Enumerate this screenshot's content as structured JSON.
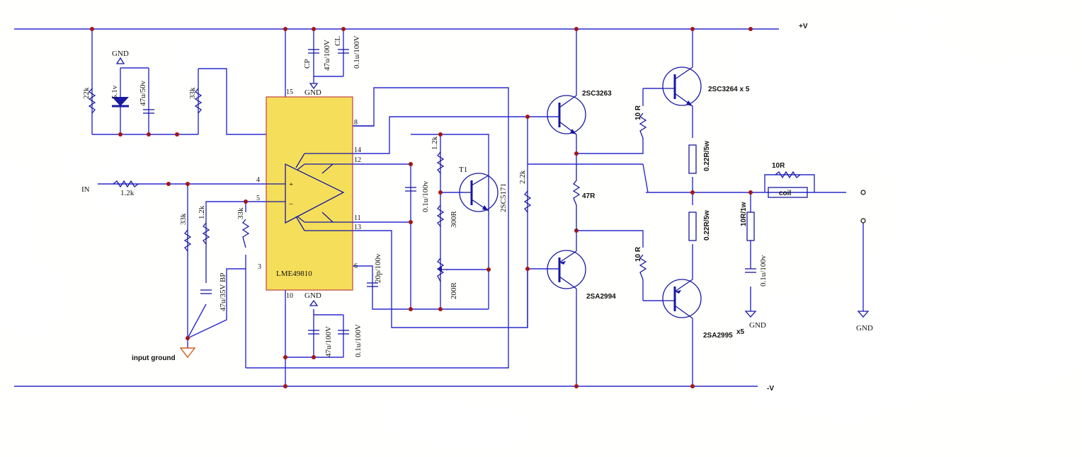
{
  "rails": {
    "positive": "+V",
    "negative": "-V"
  },
  "ic": {
    "name": "LME49810",
    "pins": {
      "p15": "15",
      "p8": "8",
      "p14": "14",
      "p12": "12",
      "p4": "4",
      "p5": "5",
      "p11": "11",
      "p13": "13",
      "p3": "3",
      "p6": "6",
      "p10": "10"
    },
    "plus": "+",
    "minus": "−"
  },
  "labels": {
    "input": "IN",
    "input_ground": "input ground",
    "gnd": "GND",
    "T1": "T1"
  },
  "components": {
    "r22k": "22k",
    "zener": "5.1v",
    "c47_50": "47u/50v",
    "r33k_top": "33k",
    "cp_label": "CP",
    "cp_value": "47u/100V",
    "cl_label": "CL",
    "cl_value": "0.1u/100V",
    "r_in": "1.2k",
    "r33k_a": "33k",
    "r12k_fb": "1.2k",
    "r33k_b": "33k",
    "c47_35": "47u/35V BP",
    "c47_100_bot": "47u/100V",
    "c01_100_bot": "0.1u/100V",
    "c20p": "20p/100v",
    "r12k_vbe": "1.2k",
    "c01_vbe": "0.1u/100v",
    "r300": "300R",
    "r200": "200R",
    "t1_part": "2SC5171",
    "r22k_b": "2.2k",
    "q_drv_top": "2SC3263",
    "q_drv_bot": "2SA2994",
    "r10_top": "10 R",
    "r10_bot": "10 R",
    "r47": "47R",
    "q_out_top": "2SC3264 x 5",
    "q_out_bot_part": "2SA2995",
    "q_out_bot_count": "x5",
    "r022_top": "0.22R/5w",
    "r022_bot": "0.22R/5w",
    "r10r": "10R",
    "coil": "coil",
    "r10r_1w": "10R/1w",
    "c01_zobel": "0.1u/100v"
  }
}
